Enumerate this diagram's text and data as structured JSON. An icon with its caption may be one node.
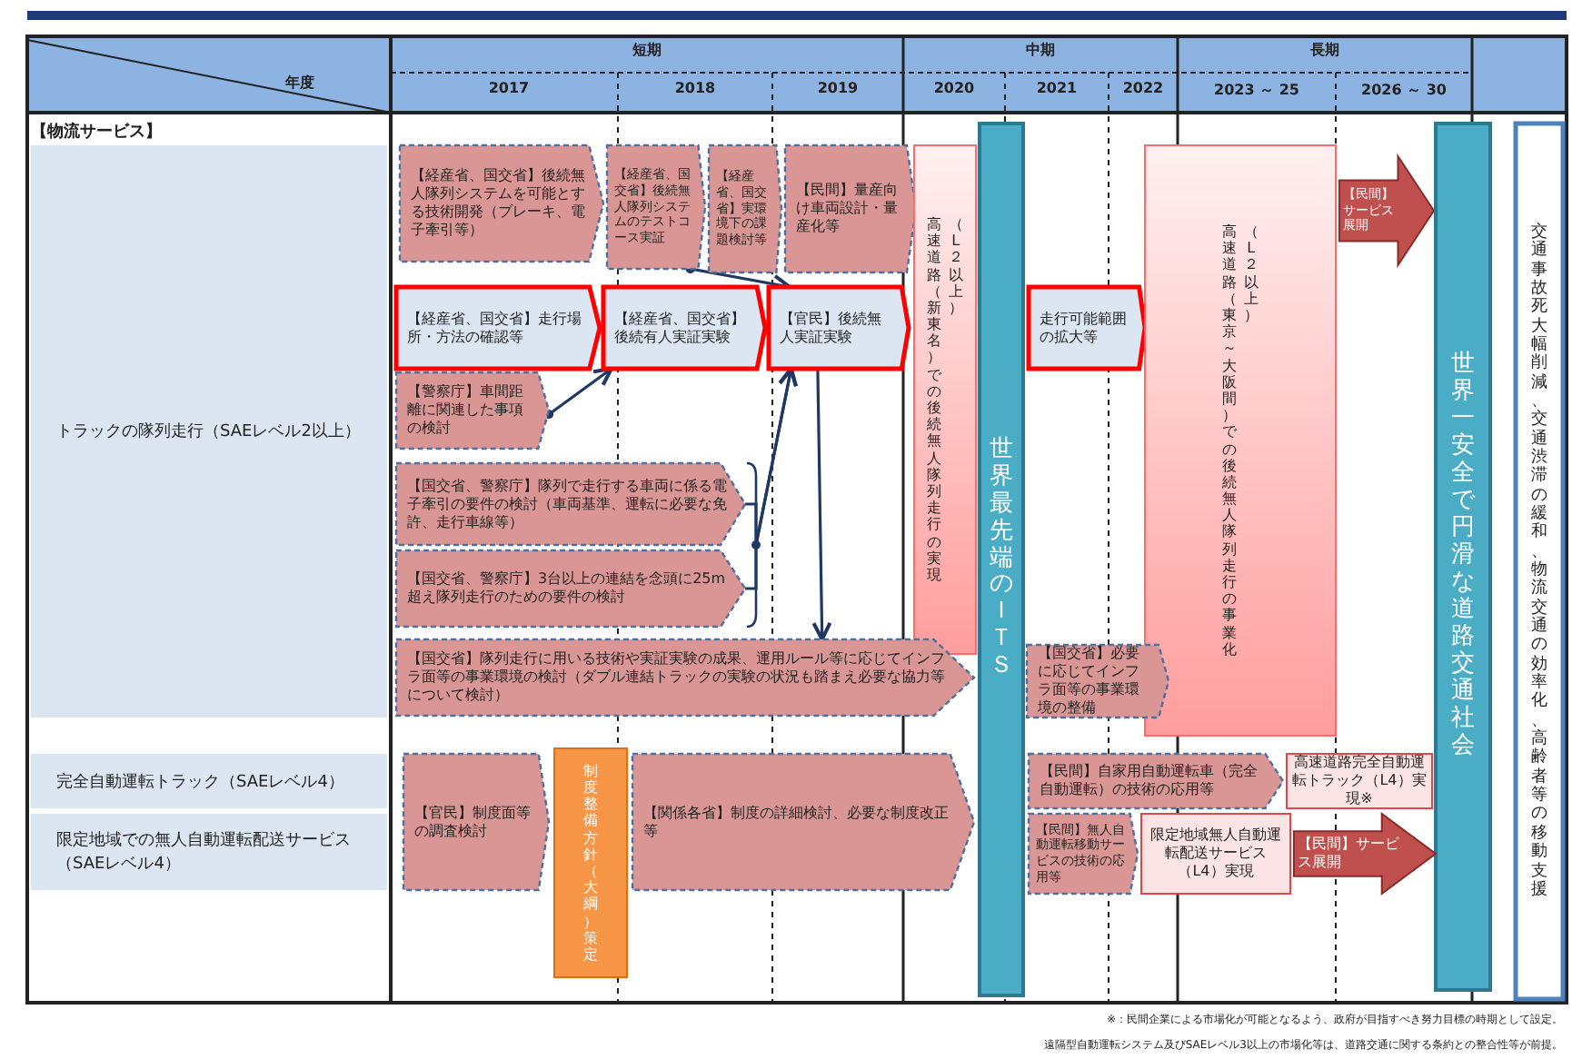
{
  "diagram": {
    "nodes": [
      {
        "text": [
          "【経産省、国交省】後続無人隊列システムを可能とする技術開発（ブレーキ、電子牽引等）"
        ]
      },
      {
        "text": [
          "【経産省、国交省】後続無人隊列システムのテストコース実証"
        ]
      },
      {
        "text": [
          "【経産省、国交省】実環境下の課題検討等"
        ]
      },
      {
        "text": [
          "【民間】量産向け車両設計・量産化等"
        ]
      },
      {
        "text": [
          "【経産省、国交省】走行場所・方法の確認等"
        ]
      },
      {
        "text": [
          "【経産省、国交省】後続有人実証実験"
        ]
      },
      {
        "text": [
          "【官民】後続無人実証実験"
        ]
      },
      {
        "text": [
          "走行可能範囲の拡大等"
        ]
      },
      {
        "text": [
          "高速道路（新東名）での後続無人隊列走行の実現",
          "（L２以上）"
        ]
      },
      {
        "text": [
          "高速道路（東京～大阪間）での後続無人隊列走行の事業化",
          "（L２以上）"
        ]
      },
      {
        "text": [
          "【民間】サービス展開"
        ]
      },
      {
        "text": [
          "世界一安全で円滑な道路交通社会"
        ]
      },
      {
        "text": [
          "交通事故死大幅削減、交通渋滞の緩和、物流交通の効率化、高齢者等の移動支援"
        ]
      },
      {
        "text": [
          "【警察庁】車間距離に関連した事項の検討"
        ]
      },
      {
        "text": [
          "【国交省、警察庁】隊列で走行する車両に係る電子牽引の要件の検討（車両基準、運転に必要な免許、走行車線等）"
        ]
      },
      {
        "text": [
          "【国交省、警察庁】3台以上の連結を念頭に25m超え隊列走行のための要件の検討"
        ]
      },
      {
        "text": [
          "【国交省】隊列走行に用いる技術や実証実験の成果、運用ルール等に応じてインフラ面等の事業環境の検討（ダブル連結トラックの実験の状況も踏まえ必要な協力等について検討）"
        ]
      },
      {
        "text": [
          "【国交省】必要に応じてインフラ面等の事業環境の整備"
        ]
      },
      {
        "text": [
          "世界最先端のＩＴＳ"
        ]
      },
      {
        "text": [
          "【官民】制度面等の調査検討"
        ]
      },
      {
        "text": [
          "制度整備方針（大綱）策定"
        ]
      },
      {
        "text": [
          "【関係各省】制度の詳細検討、必要な制度改正等"
        ]
      },
      {
        "text": [
          "【民間】自家用自動運転車（完全自動運転）の技術の応用等"
        ]
      },
      {
        "text": [
          "高速道路完全自動運転トラック（L4）実現※"
        ]
      },
      {
        "text": [
          "【民間】無人自動運転移動サービスの技術の応用等"
        ]
      },
      {
        "text": [
          "限定地域無人自動運転配送サービス（L4）実現"
        ]
      },
      {
        "text": [
          "【民間】サービス展開"
        ]
      }
    ],
    "edges": [
      {
        "from": 1,
        "to": 6,
        "arrow": "to"
      },
      {
        "from": 13,
        "to": 5,
        "arrow": "to"
      },
      {
        "from": 14,
        "to": 6,
        "arrow": "to"
      },
      {
        "from": 15,
        "to": 6,
        "arrow": "to"
      },
      {
        "from": 6,
        "to": 16,
        "arrow": "to"
      }
    ],
    "labels": [
      "年度",
      "短期",
      "中期",
      "長期",
      "2017",
      "2018",
      "2019",
      "2020",
      "2021",
      "2022",
      "2023 ～ 25",
      "2026 ～ 30",
      "【物流サービス】",
      "トラックの隊列走行（SAEレベル2以上）",
      "完全自動運転トラック（SAEレベル4）",
      "限定地域での無人自動運転配送サービス（SAEレベル4）",
      "※：民間企業による市場化が可能となるよう、政府が目指すべき努力目標の時期として設定。",
      "遠隔型自動運転システム及びSAEレベル3以上の市場化等は、道路交通に関する条約との整合性等が前提。"
    ]
  }
}
